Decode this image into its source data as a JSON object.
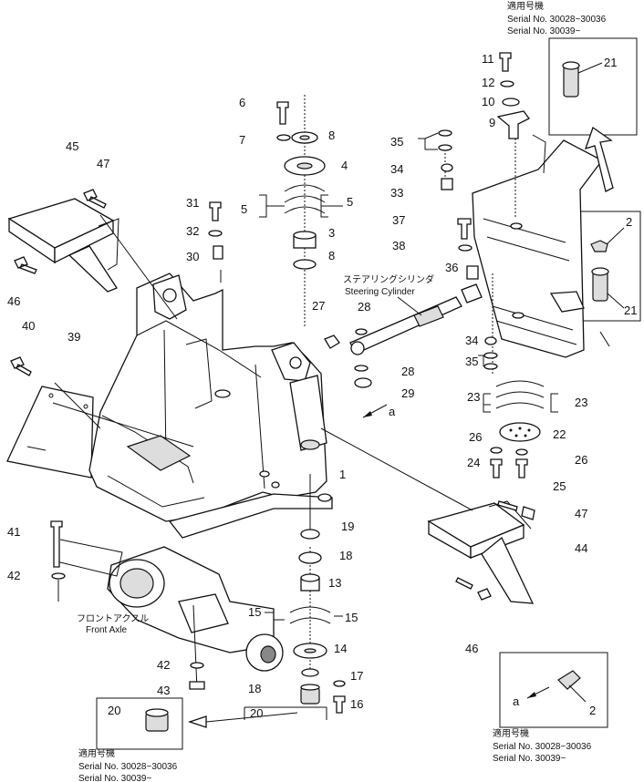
{
  "serial_top": {
    "line1": "適用号機",
    "line2": "Serial No. 30028~30036",
    "line3": "Serial No. 30039~"
  },
  "serial_bottom_right": {
    "line1": "適用号機",
    "line2": "Serial No. 30028~30036",
    "line3": "Serial No. 30039~"
  },
  "serial_bottom_left": {
    "line1": "適用号機",
    "line2": "Serial No. 30028~30036",
    "line3": "Serial No. 30039~"
  },
  "steering_cylinder": {
    "jp": "ステアリングシリンダ",
    "en": "Steering Cylinder"
  },
  "front_axle": {
    "jp": "フロントアクスル",
    "en": "Front Axle"
  },
  "view_marker": "a",
  "part_numbers": {
    "p1": "1",
    "p2": "2",
    "p3": "3",
    "p4": "4",
    "p5": "5",
    "p6": "6",
    "p7": "7",
    "p8": "8",
    "p9": "9",
    "p10": "10",
    "p11": "11",
    "p12": "12",
    "p13": "13",
    "p14": "14",
    "p15": "15",
    "p16": "16",
    "p17": "17",
    "p18": "18",
    "p19": "19",
    "p20": "20",
    "p21": "21",
    "p22": "22",
    "p23": "23",
    "p24": "24",
    "p25": "25",
    "p26": "26",
    "p27": "27",
    "p28": "28",
    "p29": "29",
    "p30": "30",
    "p31": "31",
    "p32": "32",
    "p33": "33",
    "p34": "34",
    "p35": "35",
    "p36": "36",
    "p37": "37",
    "p38": "38",
    "p39": "39",
    "p40": "40",
    "p41": "41",
    "p42": "42",
    "p43": "43",
    "p44": "44",
    "p45": "45",
    "p46": "46",
    "p47": "47"
  }
}
